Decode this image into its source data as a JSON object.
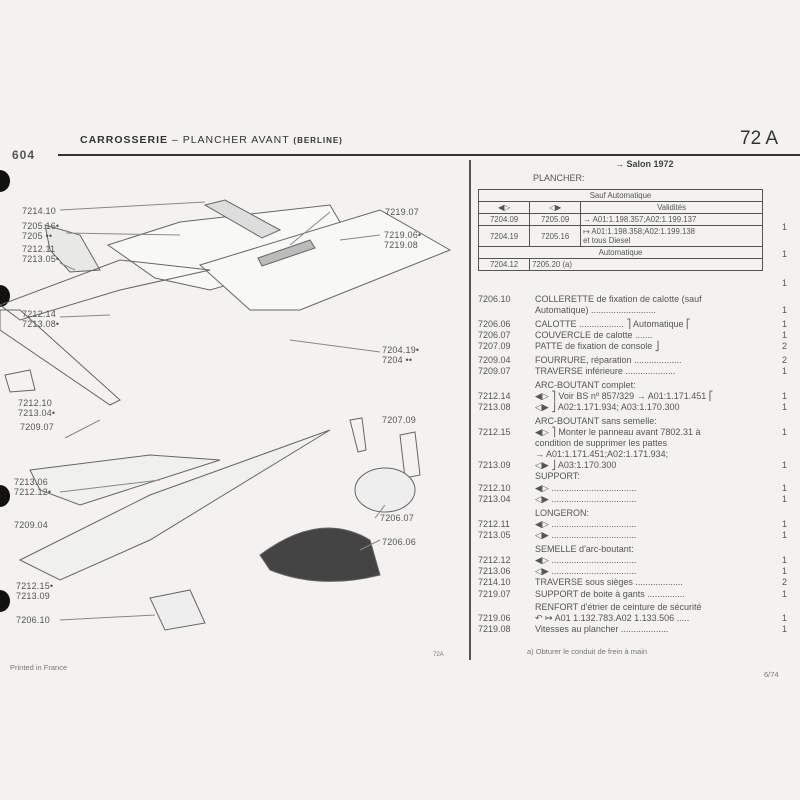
{
  "header": {
    "brand": "604",
    "section": "CARROSSERIE",
    "dash": "–",
    "title": "PLANCHER AVANT",
    "variant": "(BERLINE)",
    "page_code": "72 A"
  },
  "callouts": [
    {
      "text": "7214.10"
    },
    {
      "text": "7205.16•"
    },
    {
      "text": "7205 ••"
    },
    {
      "text": "7212.11"
    },
    {
      "text": "7213.05•"
    },
    {
      "text": "7212.14"
    },
    {
      "text": "7213.08•"
    },
    {
      "text": "7212.10"
    },
    {
      "text": "7213.04•"
    },
    {
      "text": "7209.07"
    },
    {
      "text": "7219.07"
    },
    {
      "text": "7219.06•"
    },
    {
      "text": "7219.08"
    },
    {
      "text": "7204.19•"
    },
    {
      "text": "7204 ••"
    },
    {
      "text": "7207.09"
    },
    {
      "text": "7213.06"
    },
    {
      "text": "7212.12•"
    },
    {
      "text": "7209.04"
    },
    {
      "text": "7206.07"
    },
    {
      "text": "7206.06"
    },
    {
      "text": "7212.15•"
    },
    {
      "text": "7213.09"
    },
    {
      "text": "7206.10"
    }
  ],
  "catalog": {
    "salon": "→ Salon 1972",
    "plancher": "PLANCHER:",
    "table": {
      "sauf_auto": "Sauf Automatique",
      "left_icon": "◀▷",
      "right_icon": "◁▶",
      "validites": "Validités",
      "automatique": "Automatique",
      "rows": [
        {
          "l": "7204.09",
          "r": "7205.09",
          "v": "→ A01:1.198.357;A02:1.199.137",
          "q": "1"
        },
        {
          "l": "7204.19",
          "r": "7205.16",
          "v": "↦ A01:1.198.358;A02:1.199.138",
          "v2": "et tous Diesel",
          "q": "1"
        },
        {
          "l": "7204.12",
          "r": "7205.20 (a)",
          "q": "1"
        }
      ]
    },
    "items": [
      {
        "ref": "7206.10",
        "desc": "COLLERETTE de fixation de calotte (sauf",
        "q": ""
      },
      {
        "ref": "",
        "desc": "    Automatique) ..........................",
        "q": "1"
      },
      {
        "ref": "7206.06",
        "desc": "CALOTTE ..................  ⎤   Automatique  ⎡",
        "q": "1"
      },
      {
        "ref": "7206.07",
        "desc": "COUVERCLE de calotte .......",
        "q": "1"
      },
      {
        "ref": "7207.09",
        "desc": "PATTE de fixation de console ⎦",
        "q": "2"
      },
      {
        "ref": "7209.04",
        "desc": "FOURRURE, réparation ...................",
        "q": "2"
      },
      {
        "ref": "7209.07",
        "desc": "TRAVERSE inférieure ....................",
        "q": "1"
      },
      {
        "ref": "",
        "desc": "ARC-BOUTANT complet:",
        "q": ""
      },
      {
        "ref": "7212.14",
        "desc": "◀▷ ⎤ Voir BS nº 857/329 → A01:1.171.451 ⎡",
        "q": "1"
      },
      {
        "ref": "7213.08",
        "desc": "◁▶ ⎦ A02:1.171.934;  A03:1.170.300",
        "q": "1"
      },
      {
        "ref": "",
        "desc": "ARC-BOUTANT sans semelle:",
        "q": ""
      },
      {
        "ref": "7212.15",
        "desc": "◀▷  ⎤ Monter le panneau avant 7802.31 à",
        "q": "1"
      },
      {
        "ref": "",
        "desc": "       condition de supprimer les pattes",
        "q": ""
      },
      {
        "ref": "",
        "desc": "       → A01:1.171.451;A02:1.171.934;",
        "q": ""
      },
      {
        "ref": "7213.09",
        "desc": "◁▶  ⎦ A03:1.170.300",
        "q": "1"
      },
      {
        "ref": "",
        "desc": "SUPPORT:",
        "q": ""
      },
      {
        "ref": "7212.10",
        "desc": "◀▷ ..................................",
        "q": "1"
      },
      {
        "ref": "7213.04",
        "desc": "◁▶ ..................................",
        "q": "1"
      },
      {
        "ref": "",
        "desc": "LONGERON:",
        "q": ""
      },
      {
        "ref": "7212.11",
        "desc": "◀▷ ..................................",
        "q": "1"
      },
      {
        "ref": "7213.05",
        "desc": "◁▶ ..................................",
        "q": "1"
      },
      {
        "ref": "",
        "desc": "SEMELLE d'arc-boutant:",
        "q": ""
      },
      {
        "ref": "7212.12",
        "desc": "◀▷ ..................................",
        "q": "1"
      },
      {
        "ref": "7213.06",
        "desc": "◁▶ ..................................",
        "q": "1"
      },
      {
        "ref": "7214.10",
        "desc": "TRAVERSE sous sièges ...................",
        "q": "2"
      },
      {
        "ref": "7219.07",
        "desc": "SUPPORT de boite à gants ...............",
        "q": "1"
      },
      {
        "ref": "",
        "desc": "RENFORT d'étrier de ceinture de sécurité",
        "q": ""
      },
      {
        "ref": "7219.06",
        "desc": "↶  ↦ A01 1.132.783.A02 1.133.506 .....",
        "q": "1"
      },
      {
        "ref": "7219.08",
        "desc": "Vitesses au plancher ...................",
        "q": "1"
      }
    ],
    "footnote": "a) Obturer le conduit de frein à main"
  },
  "footer": {
    "printed": "Printed in France",
    "center": "72A",
    "date": "6/74"
  }
}
